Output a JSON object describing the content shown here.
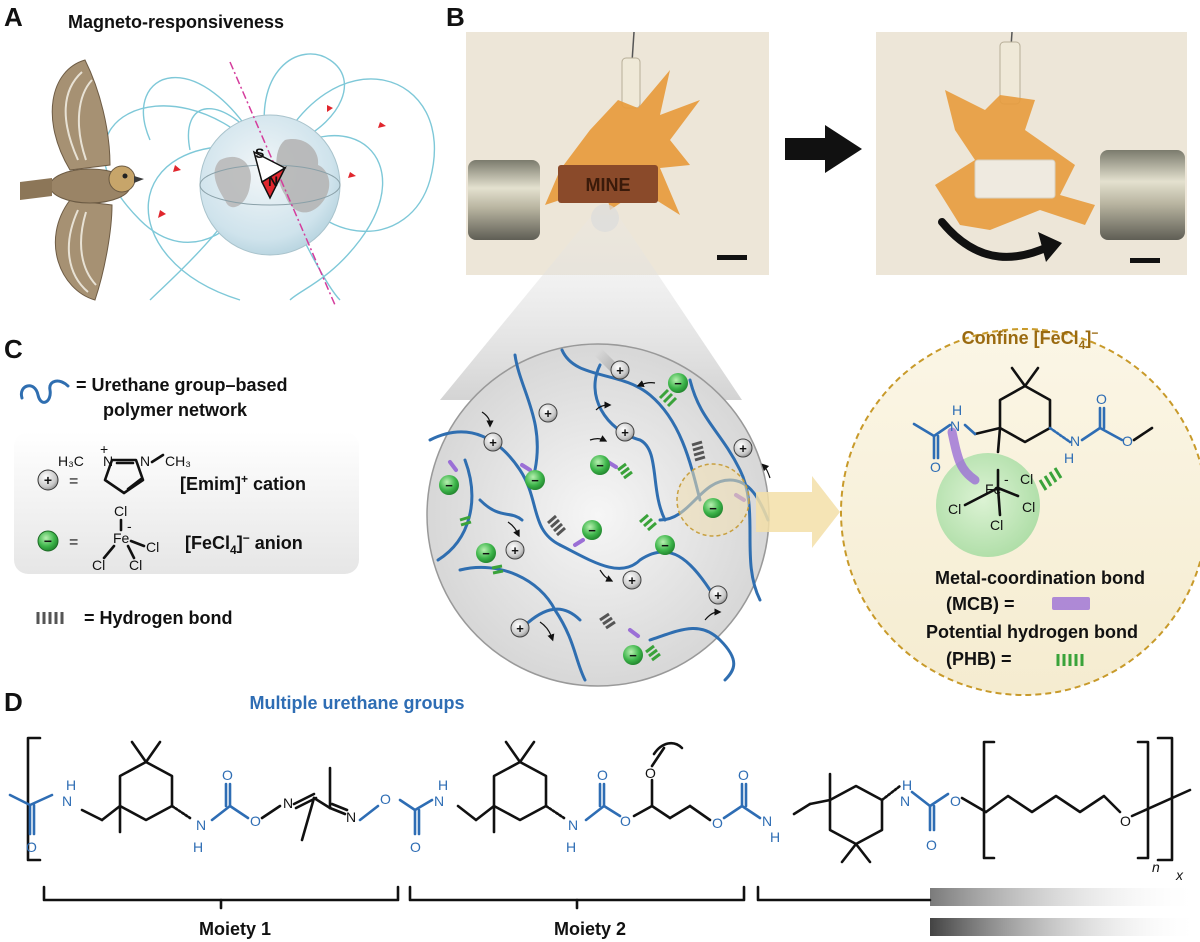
{
  "panels": {
    "a": {
      "label": "A",
      "title": "Magneto-responsiveness",
      "compass": {
        "s": "S",
        "n": "N"
      }
    },
    "b": {
      "label": "B",
      "sample_text": "MINE"
    },
    "c": {
      "label": "C",
      "legend": {
        "urethane_line1": "= Urethane group–based",
        "urethane_line2": "polymer network",
        "cation_label": "[Emim]",
        "cation_sup": "+",
        "cation_word": " cation",
        "anion_label": "[FeCl",
        "anion_sub": "4",
        "anion_close": "]",
        "anion_sup": "−",
        "anion_word": " anion",
        "hbond": "=  Hydrogen bond",
        "equals": "=",
        "emim_left": "H₃C",
        "emim_right": "CH₃",
        "n": "N",
        "plus": "+",
        "minus": "−",
        "cl": "Cl",
        "fe": "Fe",
        "fe_minus": "-"
      },
      "zoom": {
        "title": "Confine [FeCl",
        "title_sub": "4",
        "title_close": "]",
        "title_sup": "−",
        "mcb_line1": "Metal-coordination bond",
        "mcb_line2": "(MCB)  =",
        "phb_line1": "Potential hydrogen bond",
        "phb_line2": "(PHB)  =",
        "h": "H",
        "n": "N",
        "o": "O",
        "fe": "Fe",
        "fe_minus": "-",
        "cl": "Cl"
      }
    },
    "d": {
      "label": "D",
      "title": "Multiple urethane groups",
      "moiety1": "Moiety 1",
      "moiety2": "Moiety 2",
      "atoms": {
        "o": "O",
        "n": "N",
        "h": "H",
        "nh": "NH",
        "hn": "HN"
      },
      "sub_n": "n",
      "sub_x": "x"
    }
  },
  "colors": {
    "urethane_blue": "#2e6db4",
    "anion_green": "#3db54a",
    "mcb_purple": "#9b6fd6",
    "confine_gold": "#c8a040",
    "arrow_pale": "#f3dfa8",
    "photo_background": "#ede6d8",
    "sample_orange": "#e79b3d"
  },
  "icons": [
    "bird-icon",
    "globe-icon",
    "compass-icon",
    "magnet-icon",
    "arrow-icon",
    "chain-icon"
  ]
}
